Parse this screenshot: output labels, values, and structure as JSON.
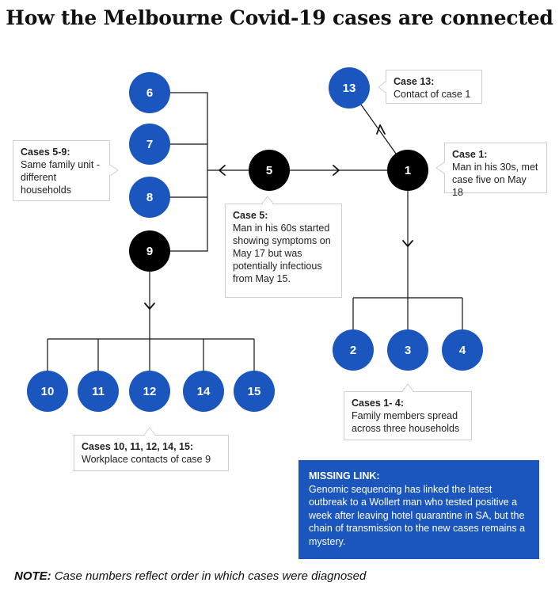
{
  "title": "How the Melbourne Covid-19 cases are connected",
  "colors": {
    "primary_node": "#1a56be",
    "index_node": "#000000",
    "line": "#111111",
    "callout_border": "#cfcfcf",
    "missing_bg": "#1a56be"
  },
  "nodes": [
    {
      "id": "1",
      "label": "1",
      "kind": "index"
    },
    {
      "id": "2",
      "label": "2",
      "kind": "case"
    },
    {
      "id": "3",
      "label": "3",
      "kind": "case"
    },
    {
      "id": "4",
      "label": "4",
      "kind": "case"
    },
    {
      "id": "5",
      "label": "5",
      "kind": "index"
    },
    {
      "id": "6",
      "label": "6",
      "kind": "case"
    },
    {
      "id": "7",
      "label": "7",
      "kind": "case"
    },
    {
      "id": "8",
      "label": "8",
      "kind": "case"
    },
    {
      "id": "9",
      "label": "9",
      "kind": "index"
    },
    {
      "id": "10",
      "label": "10",
      "kind": "case"
    },
    {
      "id": "11",
      "label": "11",
      "kind": "case"
    },
    {
      "id": "12",
      "label": "12",
      "kind": "case"
    },
    {
      "id": "13",
      "label": "13",
      "kind": "case"
    },
    {
      "id": "14",
      "label": "14",
      "kind": "case"
    },
    {
      "id": "15",
      "label": "15",
      "kind": "case"
    }
  ],
  "callouts": {
    "case13": {
      "title": "Case 13:",
      "body": "Contact of case 1"
    },
    "case1": {
      "title": "Case 1:",
      "body": "Man in his 30s, met case five on May 18"
    },
    "case5_9": {
      "title": "Cases 5-9:",
      "body": "Same family unit - different households"
    },
    "case5": {
      "title": "Case 5:",
      "body": "Man in his 60s started showing symptoms on May 17 but was potentially infectious from May 15."
    },
    "case1_4": {
      "title": "Cases 1- 4:",
      "body": "Family members spread across three households"
    },
    "case10_15": {
      "title": "Cases 10, 11, 12, 14, 15:",
      "body": "Workplace contacts of case 9"
    }
  },
  "missing_link": {
    "title": "MISSING LINK:",
    "body": "Genomic sequencing has linked the latest outbreak to a Wollert man who tested positive a week after leaving hotel quarantine in SA, but the chain of transmission to the new cases remains a mystery."
  },
  "note": {
    "label": "NOTE:",
    "text": " Case numbers reflect order in which cases were diagnosed"
  }
}
